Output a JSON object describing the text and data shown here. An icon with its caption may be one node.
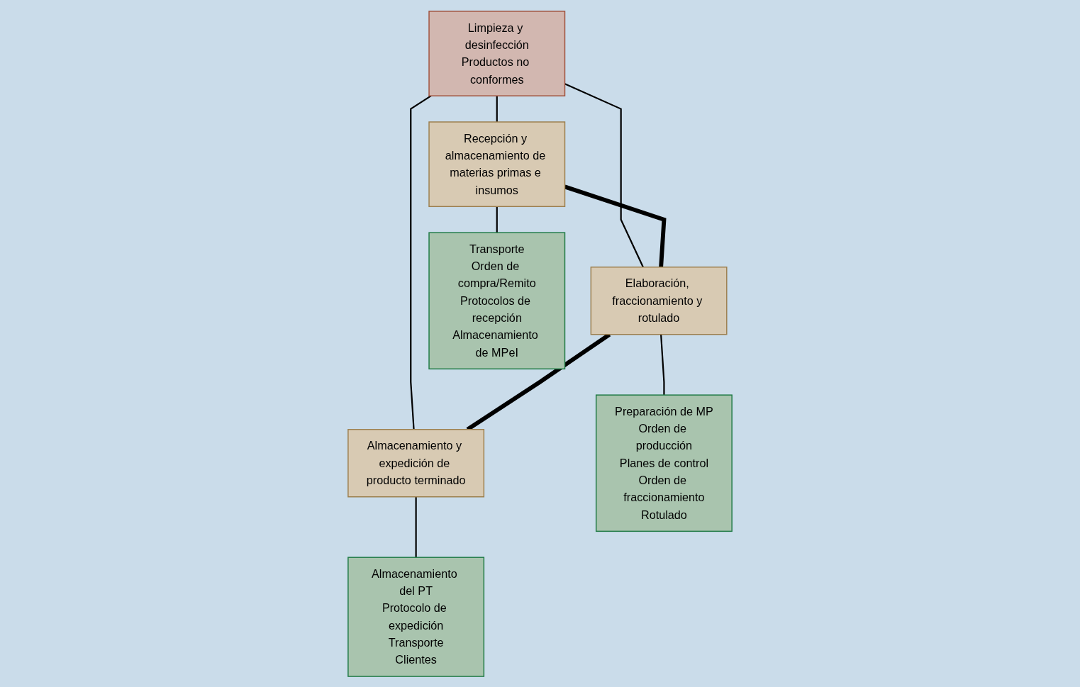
{
  "diagram": {
    "nodes": [
      {
        "text": [
          "Limpieza y desinfección",
          "Productos no conformes"
        ]
      },
      {
        "text": [
          "Recepción y almacenamiento de materias primas e insumos"
        ]
      },
      {
        "text": [
          "Elaboración, fraccionamiento y rotulado"
        ]
      },
      {
        "text": [
          "Almacenamiento y expedición de producto terminado"
        ]
      },
      {
        "text": [
          "Transporte",
          "Orden de compra/Remito",
          "Protocolos de recepción",
          "Almacenamiento de MPeI"
        ]
      },
      {
        "text": [
          "Preparación de MP",
          "Orden de producción",
          "Planes de control",
          "Orden de fraccionamiento",
          "Rotulado"
        ]
      },
      {
        "text": [
          "Almacenamiento del PT",
          "Protocolo de expedición",
          "Transporte",
          "Clientes"
        ]
      }
    ],
    "edges": [
      {
        "from": 0,
        "to": 1,
        "arrow": "none"
      },
      {
        "from": 0,
        "to": 2,
        "arrow": "none"
      },
      {
        "from": 0,
        "to": 3,
        "arrow": "none"
      },
      {
        "from": 1,
        "to": 2,
        "arrow": "none",
        "style": "thick"
      },
      {
        "from": 2,
        "to": 3,
        "arrow": "none",
        "style": "thick"
      },
      {
        "from": 1,
        "to": 4,
        "arrow": "none"
      },
      {
        "from": 2,
        "to": 5,
        "arrow": "none"
      },
      {
        "from": 3,
        "to": 6,
        "arrow": "none"
      }
    ]
  }
}
